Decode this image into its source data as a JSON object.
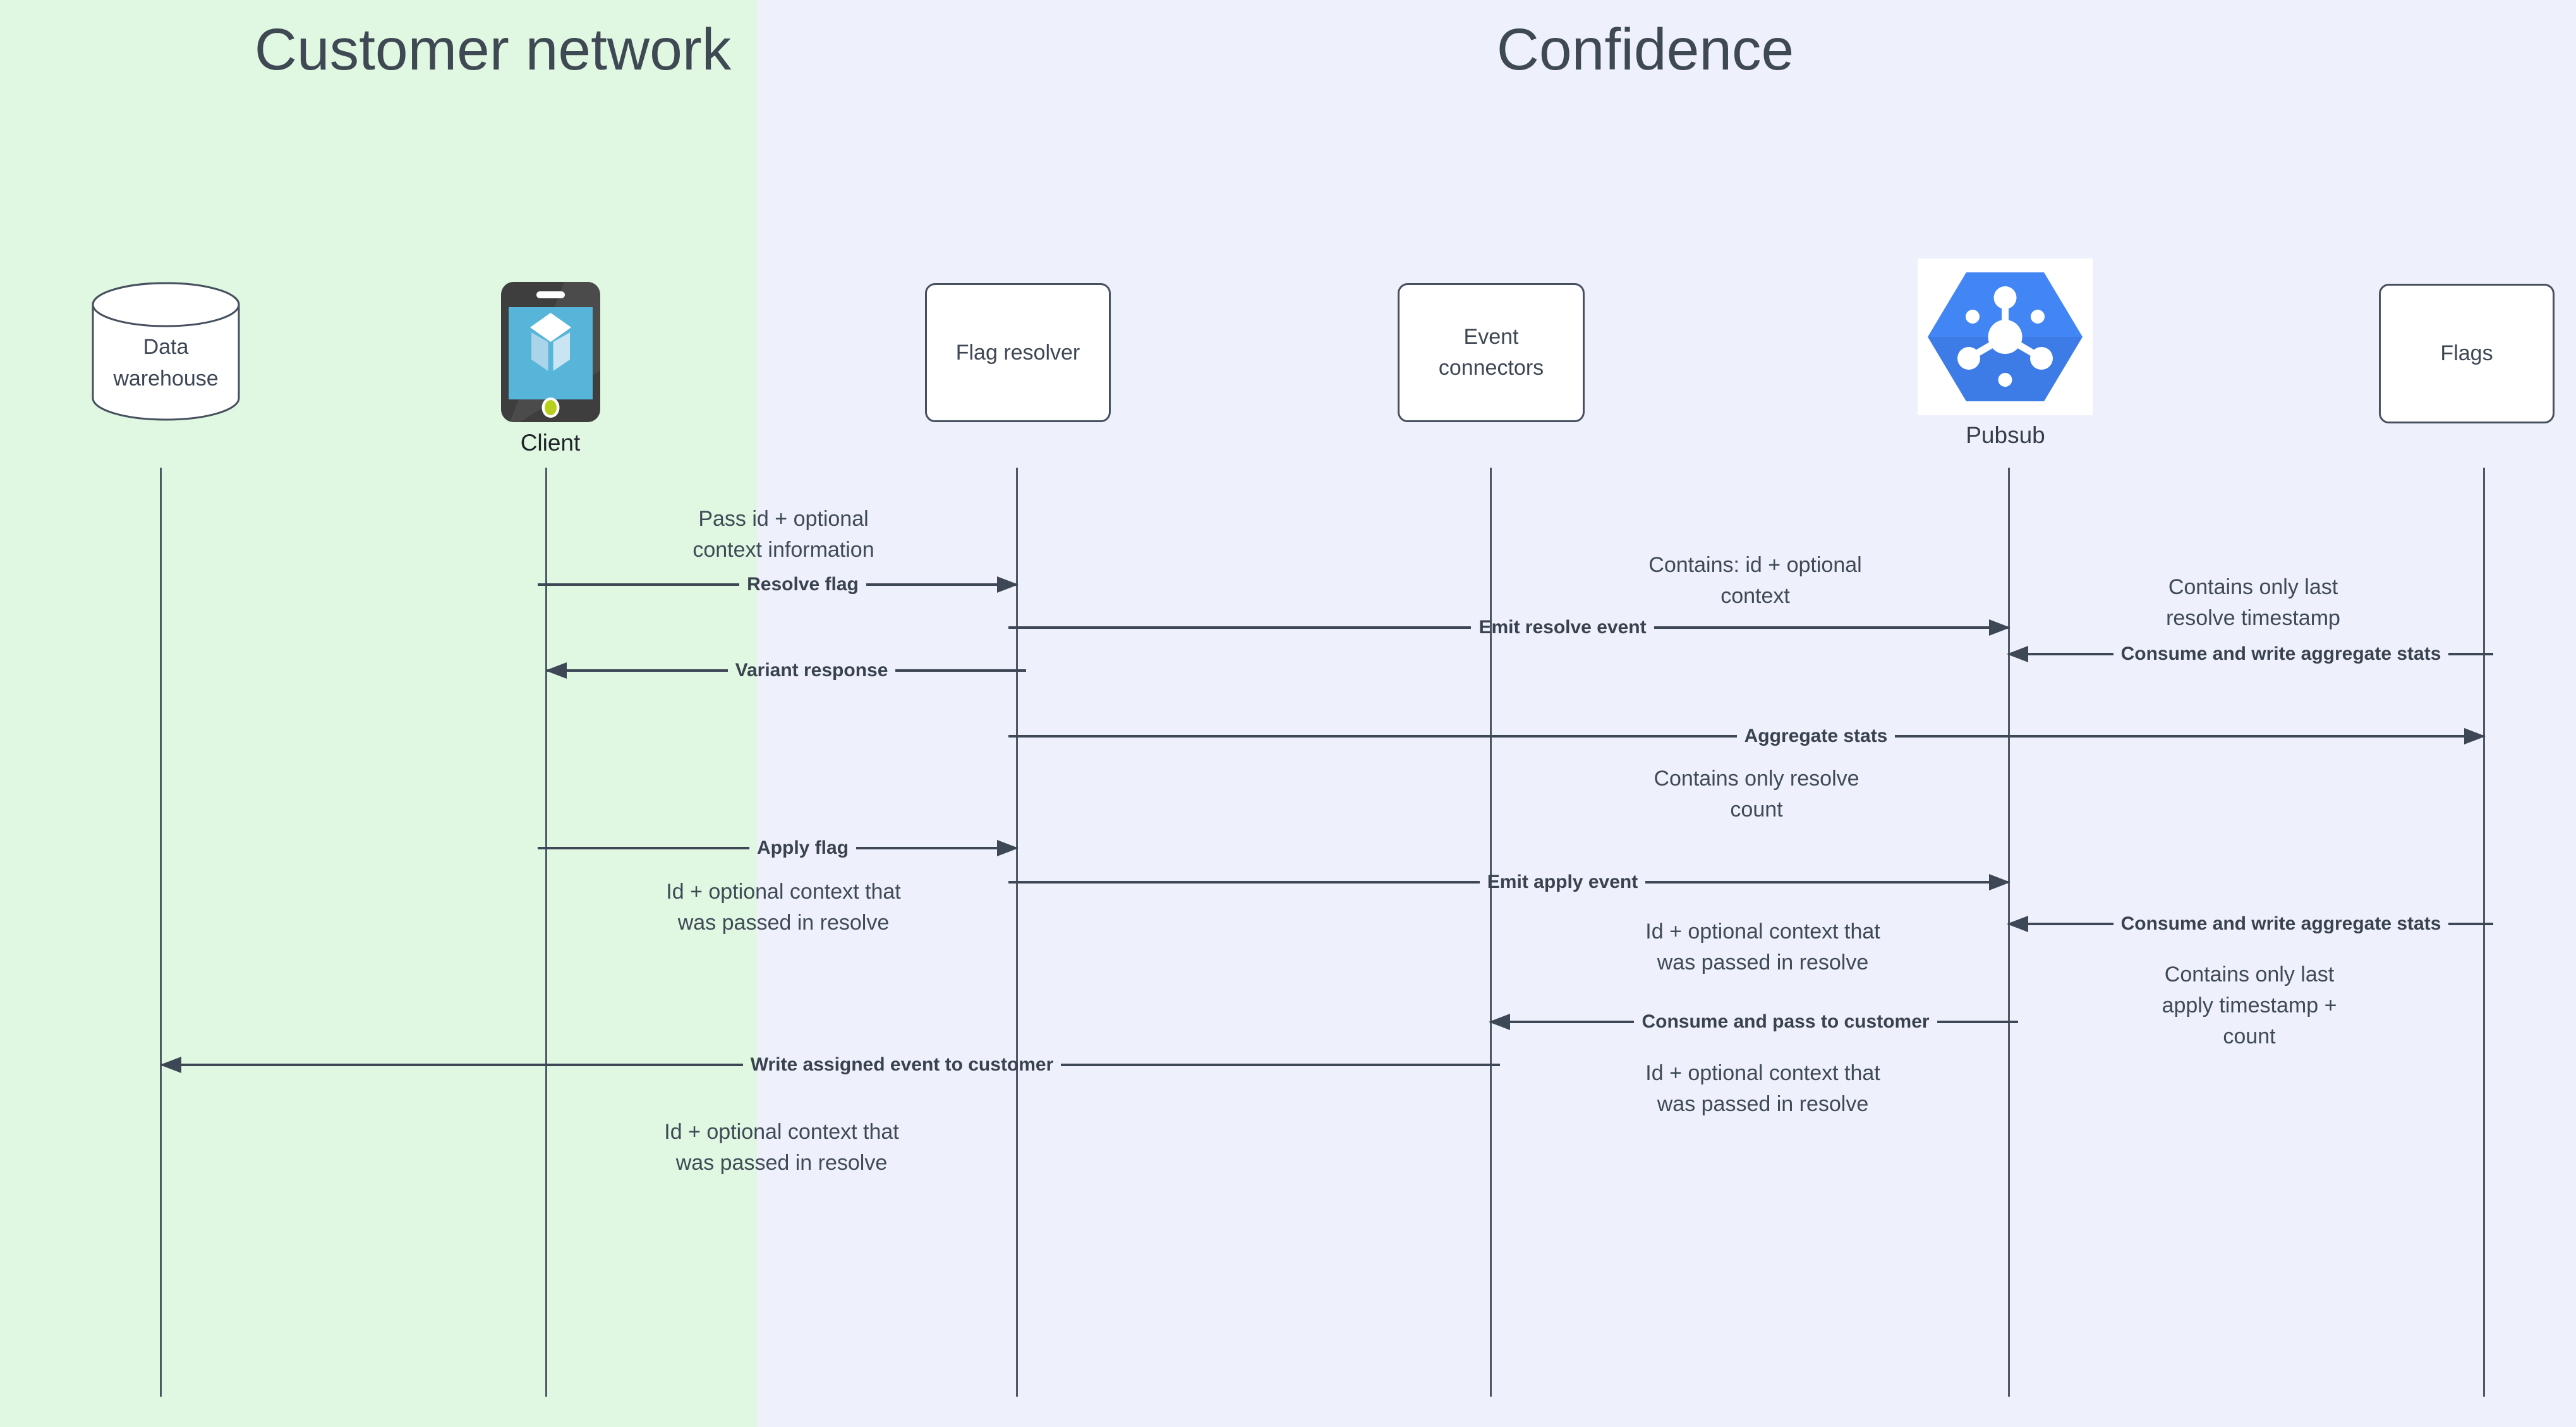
{
  "titles": {
    "left": "Customer network",
    "right": "Confidence"
  },
  "colors": {
    "customer_network_bg": "#e0f8e1",
    "confidence_bg": "#eef0fb",
    "stroke": "#46505e",
    "text": "#3d4654",
    "pubsub_blue": "#4285f4",
    "pubsub_blue_dark": "#3a74dd",
    "phone_body": "#3e3e3e",
    "phone_screen_blue": "#57b5da",
    "home_button_green": "#b8cf1e"
  },
  "actors": [
    {
      "id": "data-warehouse",
      "label": "Data warehouse",
      "type": "database"
    },
    {
      "id": "client",
      "label": "Client",
      "type": "mobile-device"
    },
    {
      "id": "flag-resolver",
      "label": "Flag resolver",
      "type": "box"
    },
    {
      "id": "event-connectors",
      "label": "Event connectors",
      "type": "box"
    },
    {
      "id": "pubsub",
      "label": "Pubsub",
      "type": "gcp-pubsub-icon"
    },
    {
      "id": "flags",
      "label": "Flags",
      "type": "box"
    }
  ],
  "messages": [
    {
      "label": "Resolve flag",
      "from": "Client",
      "to": "Flag resolver"
    },
    {
      "label": "Emit resolve event",
      "from": "Flag resolver",
      "to": "Pubsub"
    },
    {
      "label": "Consume and write aggregate stats",
      "from": "Flags",
      "to": "Pubsub"
    },
    {
      "label": "Variant response",
      "from": "Flag resolver",
      "to": "Client"
    },
    {
      "label": "Aggregate stats",
      "from": "Flag resolver",
      "to": "Flags"
    },
    {
      "label": "Apply flag",
      "from": "Client",
      "to": "Flag resolver"
    },
    {
      "label": "Emit apply event",
      "from": "Flag resolver",
      "to": "Pubsub"
    },
    {
      "label": "Consume and write aggregate stats",
      "from": "Flags",
      "to": "Pubsub"
    },
    {
      "label": "Consume and pass to customer",
      "from": "Pubsub",
      "to": "Event connectors"
    },
    {
      "label": "Write assigned event to customer",
      "from": "Event connectors",
      "to": "Data warehouse"
    }
  ],
  "notes": [
    {
      "lines": [
        "Pass id + optional",
        "context information"
      ]
    },
    {
      "lines": [
        "Contains: id + optional",
        "context"
      ]
    },
    {
      "lines": [
        "Contains only last",
        "resolve timestamp"
      ]
    },
    {
      "lines": [
        "Contains only resolve",
        "count"
      ]
    },
    {
      "lines": [
        "Id + optional context that",
        "was passed in resolve"
      ]
    },
    {
      "lines": [
        "Id + optional context that",
        "was passed in resolve"
      ]
    },
    {
      "lines": [
        "Contains only last",
        "apply timestamp +",
        "count"
      ]
    },
    {
      "lines": [
        "Id + optional context that",
        "was passed in resolve"
      ]
    },
    {
      "lines": [
        "Id + optional context that",
        "was passed in resolve"
      ]
    }
  ]
}
